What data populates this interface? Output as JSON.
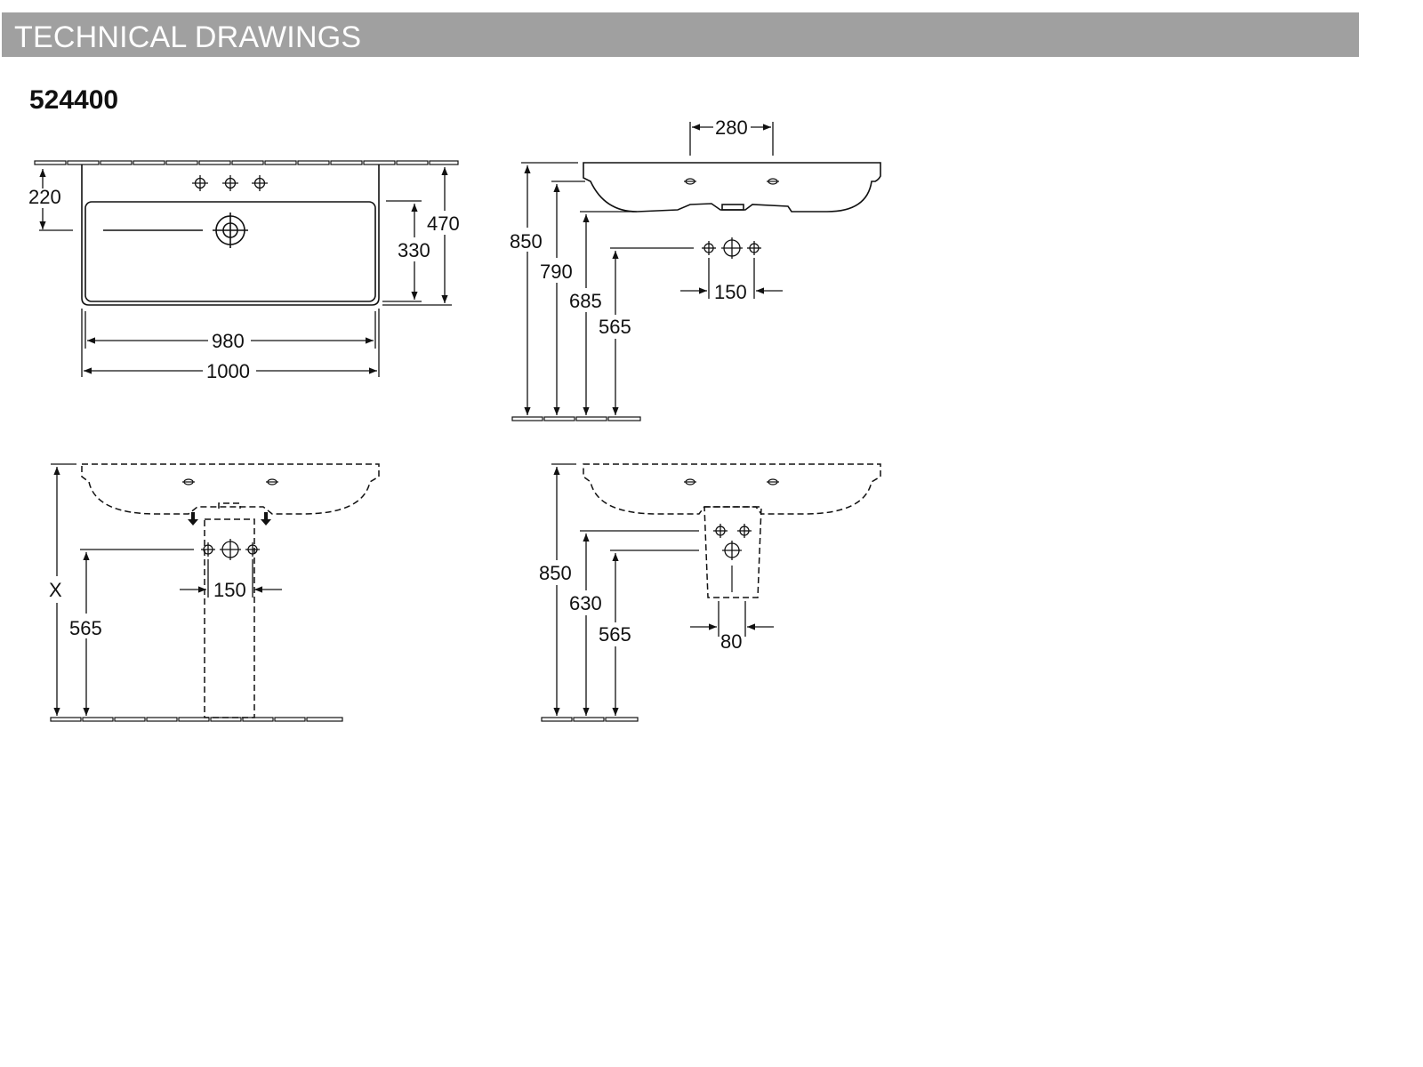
{
  "header": {
    "title": "TECHNICAL DRAWINGS"
  },
  "product": {
    "code": "524400"
  },
  "colors": {
    "header_bg": "#a0a0a0",
    "line": "#111111"
  },
  "views": {
    "top": {
      "d220": "220",
      "d470": "470",
      "d330": "330",
      "d980": "980",
      "d1000": "1000"
    },
    "side": {
      "d280": "280",
      "d850": "850",
      "d790": "790",
      "d685": "685",
      "d565": "565",
      "d150": "150"
    },
    "front_pedestal": {
      "dx": "X",
      "d565": "565",
      "d150": "150"
    },
    "side_siphon": {
      "d850": "850",
      "d630": "630",
      "d565": "565",
      "d80": "80"
    }
  }
}
